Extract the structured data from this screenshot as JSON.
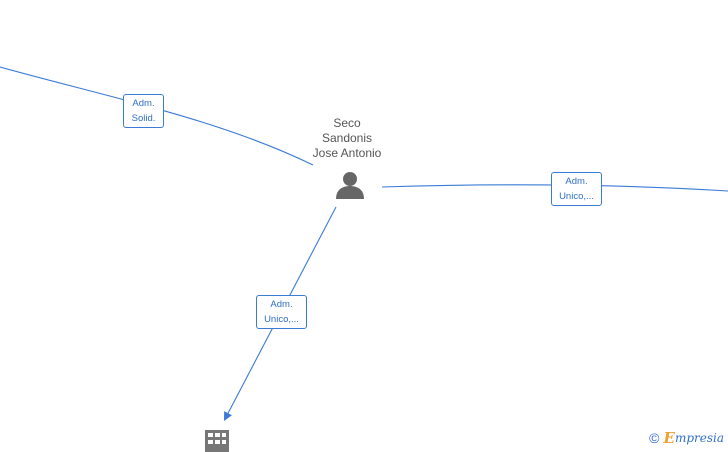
{
  "person": {
    "name_lines": [
      "Seco",
      "Sandonis",
      "Jose Antonio"
    ],
    "icon": "person-icon"
  },
  "company": {
    "icon": "building-icon"
  },
  "relations": [
    {
      "label_lines": [
        "Adm.",
        "Solid."
      ]
    },
    {
      "label_lines": [
        "Adm.",
        "Unico,..."
      ]
    },
    {
      "label_lines": [
        "Adm.",
        "Unico,..."
      ]
    }
  ],
  "footer": {
    "copyright": "©",
    "brand_first": "E",
    "brand_rest": "mpresia"
  },
  "colors": {
    "edge": "#3a7bd5",
    "node": "#666666",
    "brand_accent": "#f0a030"
  }
}
